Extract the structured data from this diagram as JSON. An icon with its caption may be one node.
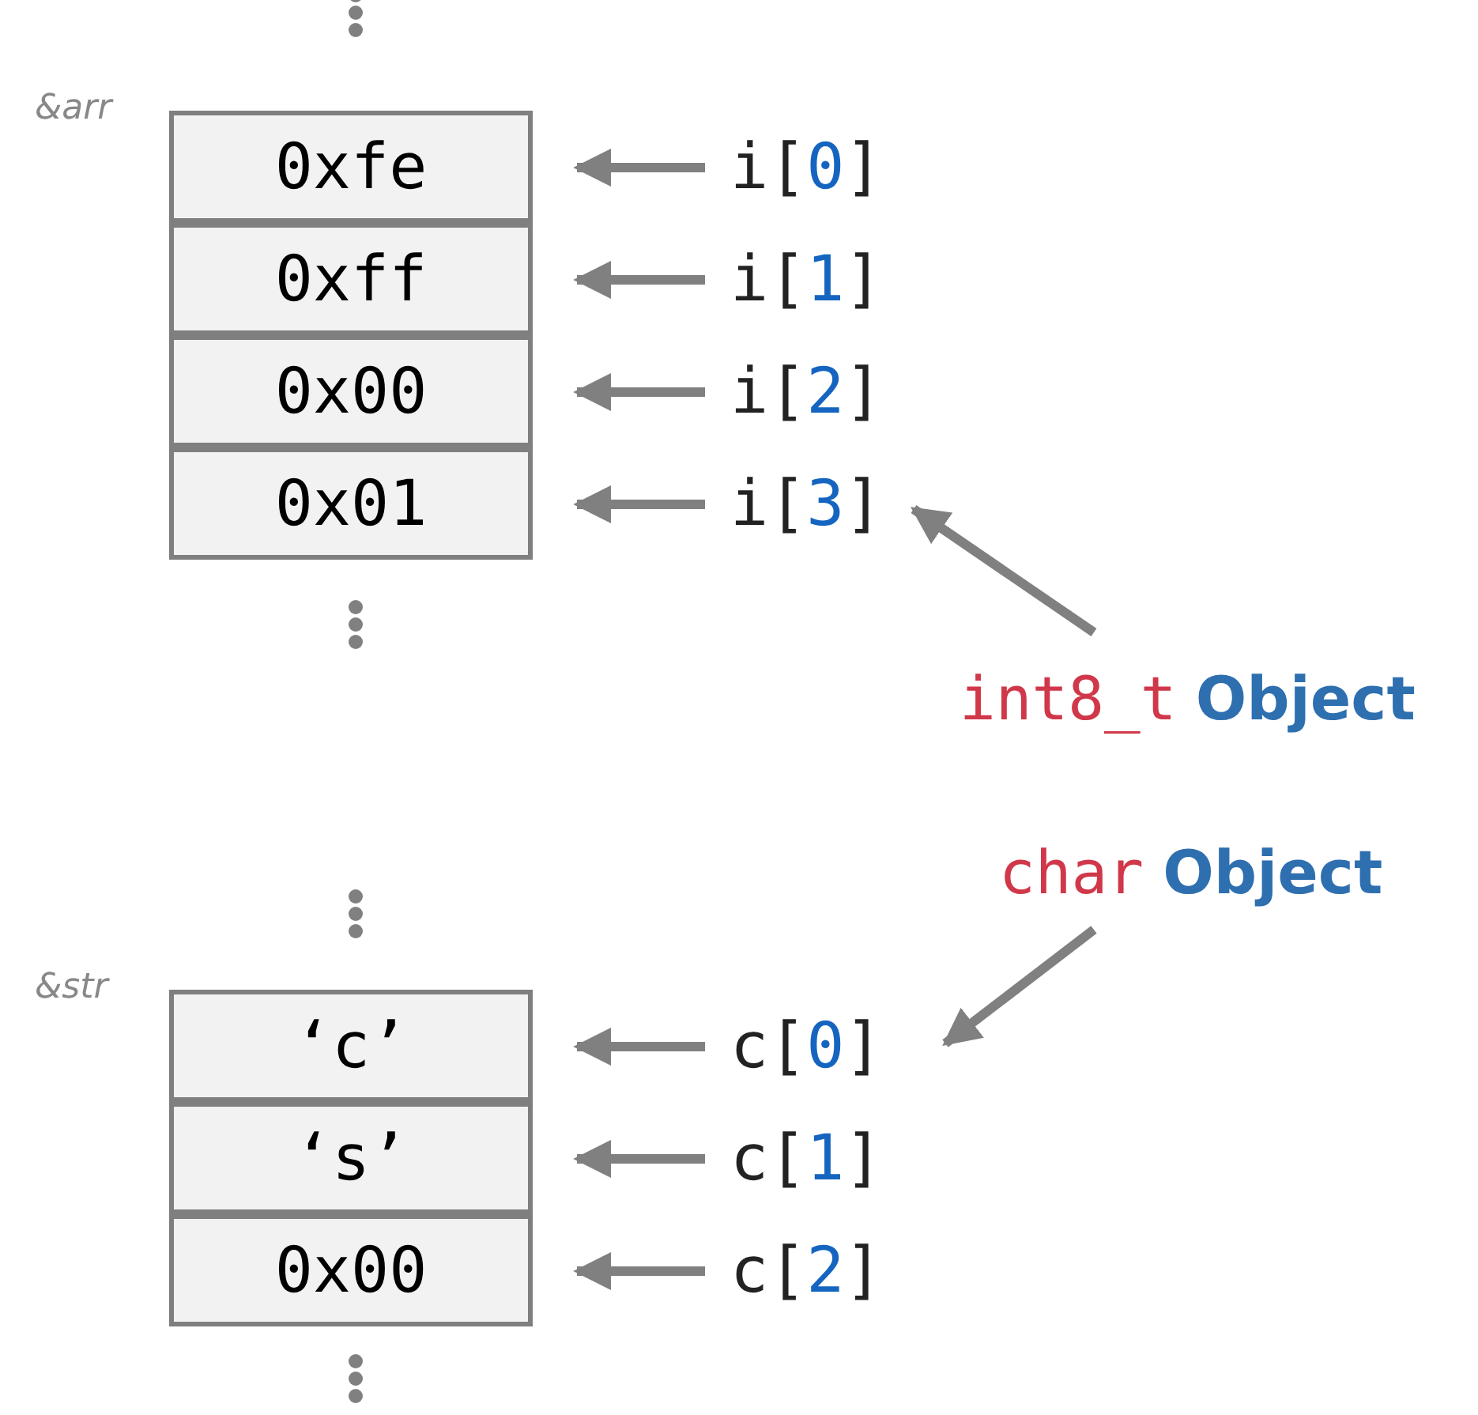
{
  "diagram": {
    "nodes": [
      {
        "text": [
          "0xfe"
        ],
        "beside": [
          "&arr"
        ]
      },
      {
        "text": [
          "0xff"
        ]
      },
      {
        "text": [
          "0x00"
        ]
      },
      {
        "text": [
          "0x01"
        ]
      },
      {
        "text": [
          "i[0]"
        ]
      },
      {
        "text": [
          "i[1]"
        ]
      },
      {
        "text": [
          "i[2]"
        ]
      },
      {
        "text": [
          "i[3]"
        ]
      },
      {
        "text": [
          "int8_t Object"
        ]
      },
      {
        "text": [
          "‘c’"
        ],
        "beside": [
          "&str"
        ]
      },
      {
        "text": [
          "‘s’"
        ]
      },
      {
        "text": [
          "0x00"
        ]
      },
      {
        "text": [
          "c[0]"
        ]
      },
      {
        "text": [
          "c[1]"
        ]
      },
      {
        "text": [
          "c[2]"
        ]
      },
      {
        "text": [
          "char Object"
        ]
      }
    ],
    "edges": [
      {
        "from": 4,
        "to": 0,
        "arrow": "to"
      },
      {
        "from": 5,
        "to": 1,
        "arrow": "to"
      },
      {
        "from": 6,
        "to": 2,
        "arrow": "to"
      },
      {
        "from": 7,
        "to": 3,
        "arrow": "to"
      },
      {
        "from": 8,
        "to": 7,
        "arrow": "to"
      },
      {
        "from": 15,
        "to": 12,
        "arrow": "to"
      },
      {
        "from": 12,
        "to": 9,
        "arrow": "to"
      },
      {
        "from": 13,
        "to": 10,
        "arrow": "to"
      },
      {
        "from": 14,
        "to": 11,
        "arrow": "to"
      }
    ]
  }
}
